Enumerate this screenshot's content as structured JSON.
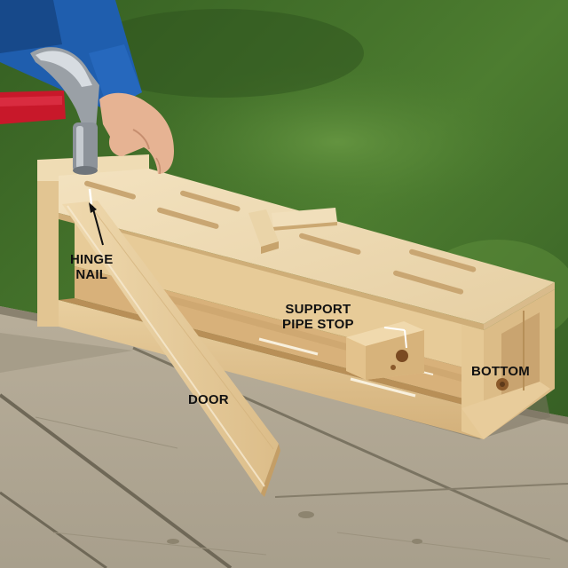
{
  "labels": {
    "hinge": [
      "HINGE",
      "NAIL"
    ],
    "support": [
      "SUPPORT",
      "PIPE STOP"
    ],
    "bottom": "BOTTOM",
    "door": "DOOR"
  },
  "colors": {
    "grass": "#3f6b2a",
    "grass_light": "#5f8f3c",
    "deck": "#b3aa97",
    "wood_light": "#ecd7ae",
    "wood_mid": "#d8b98a",
    "wood_dark": "#b8935f",
    "sleeve": "#1e5fb0",
    "hammer_handle": "#c8182a",
    "steel": "#b9bec4"
  }
}
